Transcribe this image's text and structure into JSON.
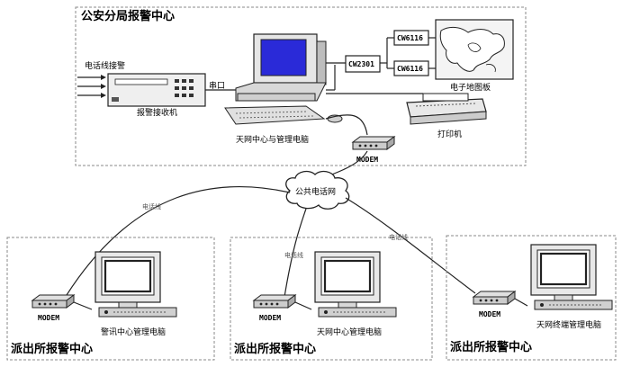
{
  "hq": {
    "title": "公安分局报警中心",
    "phone_in_label": "电话线接警",
    "receiver_label": "报警接收机",
    "serial_label": "串口",
    "main_pc_label": "天网中心与管理电脑",
    "cw2301_label": "CW2301",
    "cw6116_top_label": "CW6116",
    "cw6116_bottom_label": "CW6116",
    "map_board_label": "电子地图板",
    "printer_label": "打印机",
    "modem_label": "MODEM"
  },
  "network": {
    "cloud_label": "公共电话网",
    "line_labels": [
      "电话线",
      "电话线",
      "电话线"
    ]
  },
  "stations": [
    {
      "title": "派出所报警中心",
      "modem_label": "MODEM",
      "pc_label": "警讯中心管理电脑"
    },
    {
      "title": "派出所报警中心",
      "modem_label": "MODEM",
      "pc_label": "天网中心管理电脑"
    },
    {
      "title": "派出所报警中心",
      "modem_label": "MODEM",
      "pc_label": "天网终端管理电脑"
    }
  ],
  "colors": {
    "screen": "#2a2ad8",
    "outline": "#222222",
    "box_dash": "#888888"
  }
}
